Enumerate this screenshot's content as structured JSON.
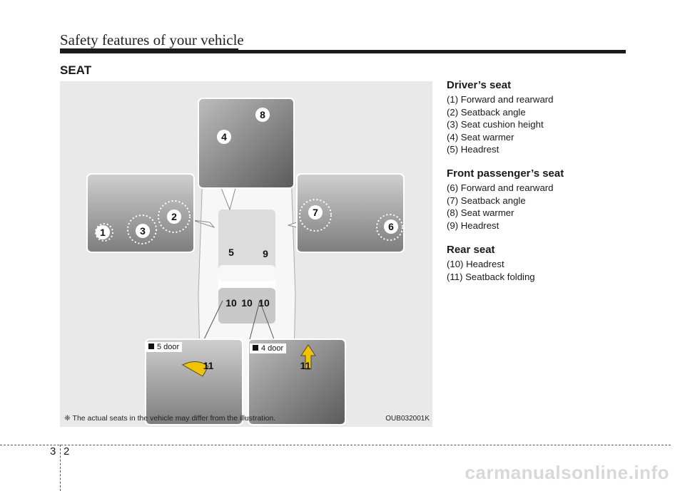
{
  "header": {
    "chapter_title": "Safety features of your vehicle"
  },
  "section": {
    "title": "SEAT"
  },
  "figure": {
    "note": "❈ The actual seats in the vehicle may differ from the illustration.",
    "code": "OUB032001K",
    "door5_label": "5 door",
    "door4_label": "4 door",
    "callouts": [
      "1",
      "2",
      "3",
      "4",
      "5",
      "6",
      "7",
      "8",
      "9",
      "10",
      "10",
      "10",
      "11",
      "11"
    ]
  },
  "drivers_seat": {
    "heading": "Driver’s seat",
    "items": [
      "(1) Forward and rearward",
      "(2) Seatback angle",
      "(3) Seat cushion height",
      "(4) Seat warmer",
      "(5) Headrest"
    ]
  },
  "front_passenger_seat": {
    "heading": "Front passenger’s seat",
    "items": [
      "(6) Forward and rearward",
      "(7) Seatback angle",
      "(8) Seat warmer",
      "(9) Headrest"
    ]
  },
  "rear_seat": {
    "heading": "Rear seat",
    "items": [
      "(10) Headrest",
      "(11) Seatback folding"
    ]
  },
  "footer": {
    "section_number": "3",
    "page_number": "2"
  },
  "watermark": "carmanualsonline.info"
}
